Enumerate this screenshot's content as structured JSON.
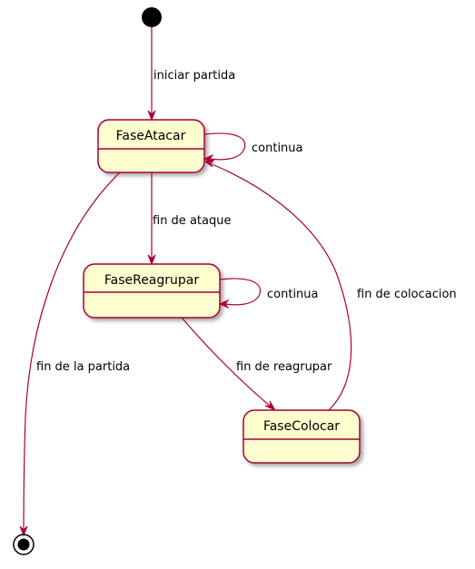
{
  "colors": {
    "state_fill": "#FEFECE",
    "state_border": "#A80036",
    "edge": "#A80036",
    "text": "#000000"
  },
  "states": {
    "fase_atacar": "FaseAtacar",
    "fase_reagrupar": "FaseReagrupar",
    "fase_colocar": "FaseColocar"
  },
  "transitions": {
    "start_to_atacar": "iniciar partida",
    "atacar_self": "continua",
    "atacar_to_reagrupar": "fin de ataque",
    "reagrupar_self": "continua",
    "reagrupar_to_colocar": "fin de reagrupar",
    "colocar_to_atacar": "fin de colocacion",
    "atacar_to_end": "fin de la partida"
  }
}
